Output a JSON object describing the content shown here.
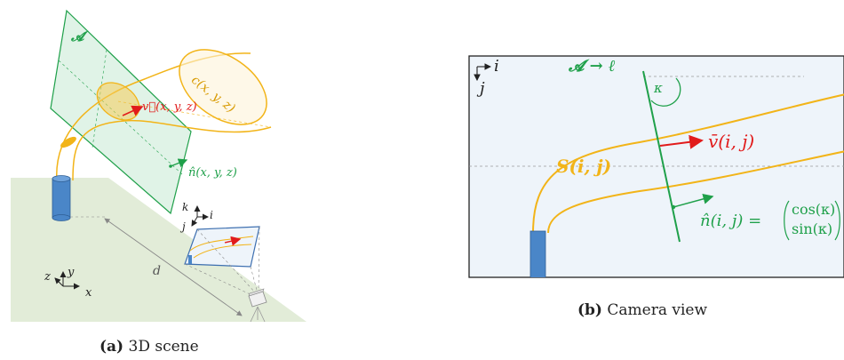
{
  "left_panel": {
    "caption_letter": "(a)",
    "caption_text": "3D scene",
    "plane_label": "𝓐",
    "circle_label": "c(x, y, z)",
    "velocity_label": "v⃗(x, y, z)",
    "normal_label": "n̂(x, y, z)",
    "distance_label": "d",
    "axes": {
      "x": "x",
      "y": "y",
      "z": "z"
    },
    "cam_axes": {
      "i": "i",
      "j": "j",
      "k": "k"
    }
  },
  "right_panel": {
    "caption_letter": "(b)",
    "caption_text": "Camera view",
    "axis_i": "i",
    "axis_j": "j",
    "line_label": "𝓐 → ℓ",
    "kappa_label": "κ",
    "velocity_label": "v̄(i, j)",
    "stream_label": "S(i, j)",
    "normal_label": "n̂(i, j) =",
    "cos_label": "cos(κ)",
    "sin_label": "sin(κ)"
  },
  "colors": {
    "green": "#1fa04a",
    "orange": "#f2b418",
    "red": "#e11b1b",
    "blue": "#4a86c8",
    "ground": "#e2ecd8",
    "plane_fill": "#d6efdf",
    "frame_fill": "#eef4fa"
  }
}
